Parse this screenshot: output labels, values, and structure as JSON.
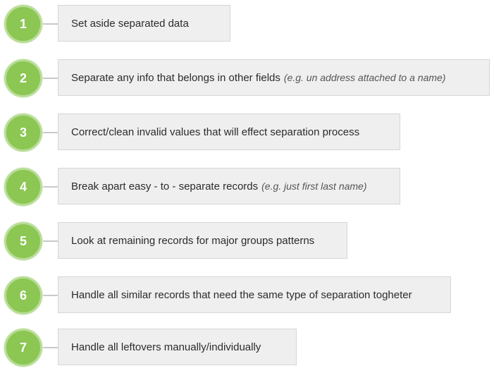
{
  "steps": [
    {
      "number": "1",
      "text": "Set aside separated data",
      "example": ""
    },
    {
      "number": "2",
      "text": "Separate any info that belongs in other fields",
      "example": "(e.g. un address attached to a name)"
    },
    {
      "number": "3",
      "text": "Correct/clean invalid values that will effect separation process",
      "example": ""
    },
    {
      "number": "4",
      "text": "Break apart easy - to - separate records",
      "example": "(e.g. just first last name)"
    },
    {
      "number": "5",
      "text": "Look at remaining records for major groups patterns",
      "example": ""
    },
    {
      "number": "6",
      "text": "Handle all similar records that need the same type of separation togheter",
      "example": ""
    },
    {
      "number": "7",
      "text": "Handle all leftovers manually/individually",
      "example": ""
    }
  ],
  "colors": {
    "circle_fill": "#8cc653",
    "circle_ring": "#b8dd97",
    "box_fill": "#efefef",
    "box_border": "#d6d6d6",
    "connector": "#c9c9c9"
  }
}
